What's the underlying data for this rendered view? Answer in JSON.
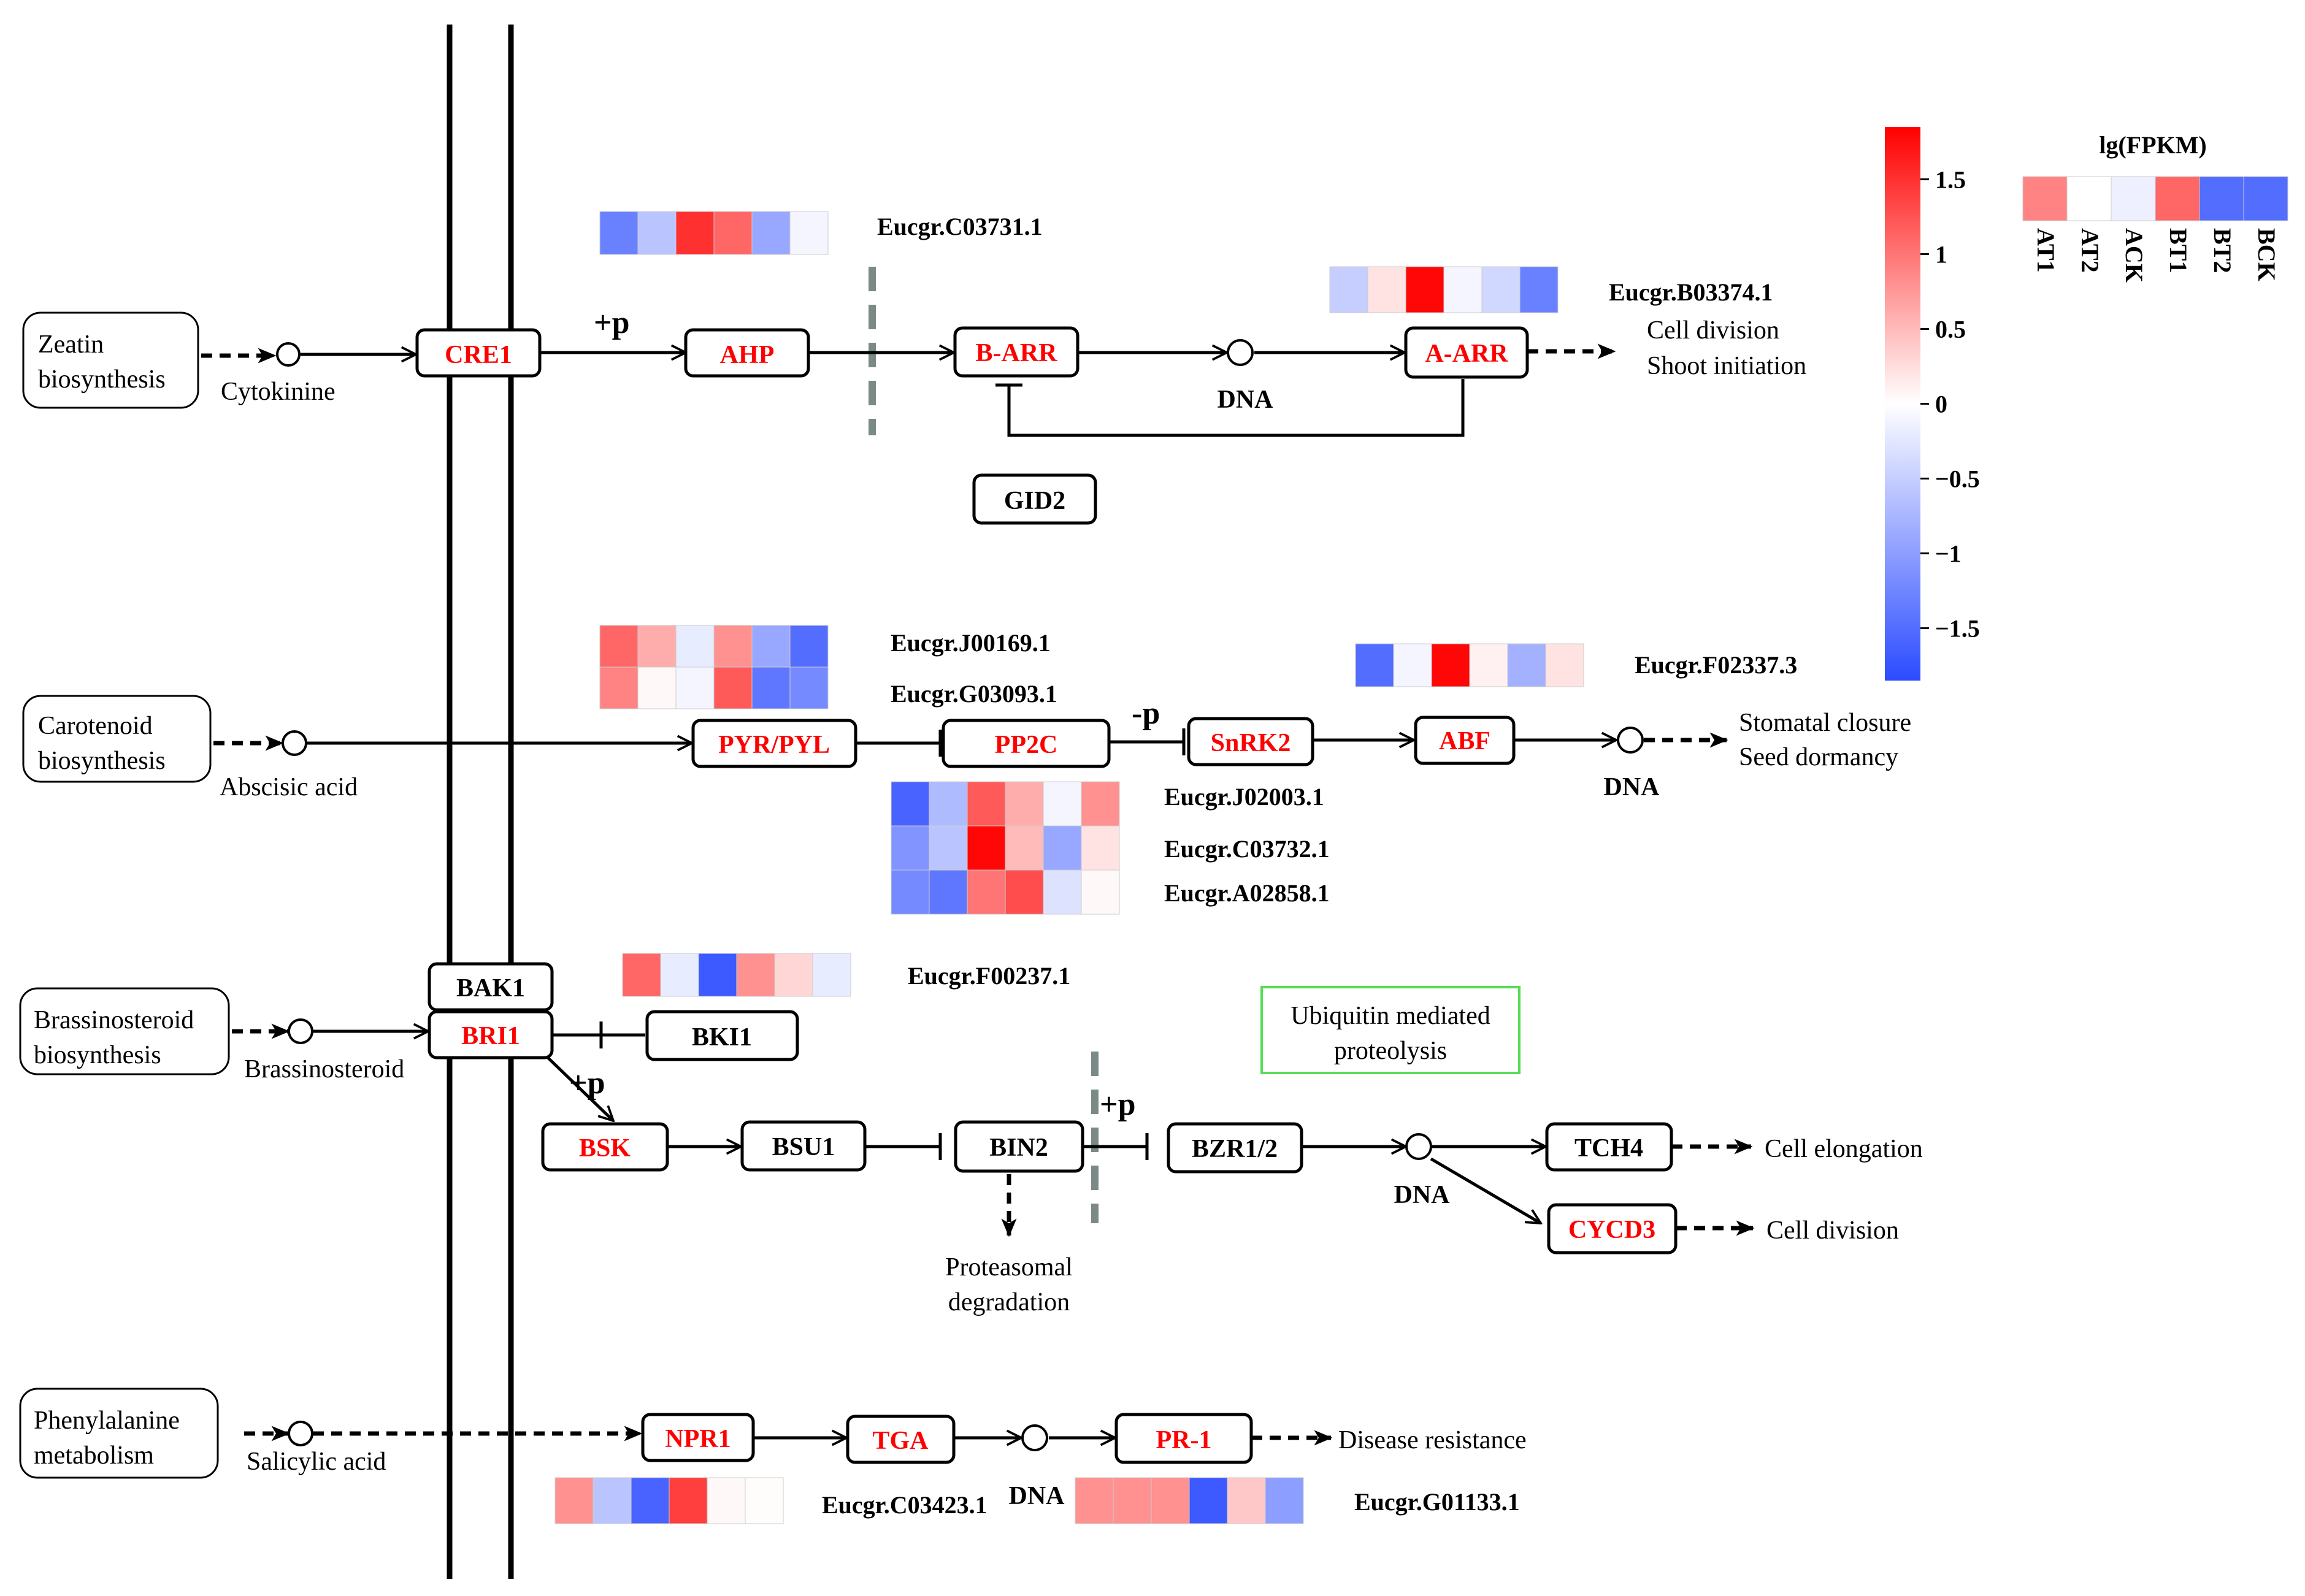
{
  "colors": {
    "red": "#ff0000",
    "blue": "#2b4bff",
    "ubiquitin_border": "#55dd55",
    "text_red": "#ff0000",
    "text_black": "#000000"
  },
  "legend": {
    "colorbar_ticks": [
      "1.5",
      "1",
      "0.5",
      "0",
      "−0.5",
      "−1",
      "−1.5"
    ],
    "colorbar_tick_values": [
      1.5,
      1,
      0.5,
      0,
      -0.5,
      -1,
      -1.5
    ],
    "colorbar_range": [
      -1.85,
      1.85
    ],
    "sample_title": "lg(FPKM)",
    "samples": [
      "AT1",
      "AT2",
      "ACK",
      "BT1",
      "BT2",
      "BCK"
    ],
    "sample_values": [
      0.9,
      0.0,
      -0.15,
      1.1,
      -1.5,
      -1.5
    ]
  },
  "precursors": [
    {
      "id": "zeatin",
      "lines": [
        "Zeatin",
        "biosynthesis"
      ]
    },
    {
      "id": "carotenoid",
      "lines": [
        "Carotenoid",
        "biosynthesis"
      ]
    },
    {
      "id": "brassinosteroid",
      "lines": [
        "Brassinosteroid",
        "biosynthesis"
      ]
    },
    {
      "id": "phenylalanine",
      "lines": [
        "Phenylalanine",
        "metabolism"
      ]
    }
  ],
  "signals": {
    "cytokinine": "Cytokinine",
    "abscisic_acid": "Abscisic acid",
    "brassinosteroid": "Brassinosteroid",
    "salicylic_acid": "Salicylic acid"
  },
  "nodes": {
    "cre1": {
      "label": "CRE1",
      "red": true
    },
    "ahp": {
      "label": "AHP",
      "red": true
    },
    "barr": {
      "label": "B-ARR",
      "red": true
    },
    "aarr": {
      "label": "A-ARR",
      "red": true
    },
    "gid2": {
      "label": "GID2",
      "red": false
    },
    "pyr": {
      "label": "PYR/PYL",
      "red": true
    },
    "pp2c": {
      "label": "PP2C",
      "red": true
    },
    "snrk2": {
      "label": "SnRK2",
      "red": true
    },
    "abf": {
      "label": "ABF",
      "red": true
    },
    "bak1": {
      "label": "BAK1",
      "red": false
    },
    "bri1": {
      "label": "BRI1",
      "red": true
    },
    "bki1": {
      "label": "BKI1",
      "red": false
    },
    "bsk": {
      "label": "BSK",
      "red": true
    },
    "bsu1": {
      "label": "BSU1",
      "red": false
    },
    "bin2": {
      "label": "BIN2",
      "red": false
    },
    "bzr": {
      "label": "BZR1/2",
      "red": false
    },
    "tch4": {
      "label": "TCH4",
      "red": false
    },
    "cycd3": {
      "label": "CYCD3",
      "red": true
    },
    "npr1": {
      "label": "NPR1",
      "red": true
    },
    "tga": {
      "label": "TGA",
      "red": true
    },
    "pr1": {
      "label": "PR-1",
      "red": true
    }
  },
  "dna_label": "DNA",
  "modifications": {
    "plus_p": "+p",
    "minus_p": "-p"
  },
  "outcomes": {
    "cytokinin": [
      "Cell division",
      "Shoot initiation"
    ],
    "aba": [
      "Stomatal closure",
      "Seed dormancy"
    ],
    "elongation": "Cell elongation",
    "division": "Cell division",
    "proteasomal": [
      "Proteasomal",
      "degradation"
    ],
    "disease": "Disease resistance"
  },
  "ubiquitin": [
    "Ubiquitin mediated",
    "proteolysis"
  ],
  "heatmaps": [
    {
      "gene": "Eucgr.C03731.1",
      "values": [
        -1.3,
        -0.6,
        1.5,
        1.1,
        -0.9,
        -0.1
      ]
    },
    {
      "gene": "Eucgr.B03374.1",
      "values": [
        -0.5,
        0.2,
        1.8,
        -0.1,
        -0.4,
        -1.3
      ]
    },
    {
      "gene": "Eucgr.J00169.1",
      "values": [
        1.1,
        0.6,
        -0.2,
        0.8,
        -0.9,
        -1.5
      ]
    },
    {
      "gene": "Eucgr.G03093.1",
      "values": [
        0.9,
        0.05,
        -0.1,
        1.2,
        -1.4,
        -1.2
      ]
    },
    {
      "gene": "Eucgr.F02337.3",
      "values": [
        -1.5,
        -0.1,
        1.8,
        0.1,
        -0.8,
        0.2
      ]
    },
    {
      "gene": "Eucgr.J02003.1",
      "values": [
        -1.6,
        -0.7,
        1.2,
        0.6,
        -0.1,
        0.8
      ]
    },
    {
      "gene": "Eucgr.C03732.1",
      "values": [
        -1.1,
        -0.6,
        1.8,
        0.5,
        -0.9,
        0.2
      ]
    },
    {
      "gene": "Eucgr.A02858.1",
      "values": [
        -1.2,
        -1.4,
        1.0,
        1.3,
        -0.3,
        0.05
      ]
    },
    {
      "gene": "Eucgr.F00237.1",
      "values": [
        1.1,
        -0.2,
        -1.7,
        0.8,
        0.3,
        -0.2
      ]
    },
    {
      "gene": "Eucgr.C03423.1",
      "values": [
        0.8,
        -0.6,
        -1.6,
        1.4,
        0.05,
        0.02
      ]
    },
    {
      "gene": "Eucgr.G01133.1",
      "values": [
        0.8,
        0.8,
        0.8,
        -1.7,
        0.4,
        -1.0
      ]
    }
  ]
}
